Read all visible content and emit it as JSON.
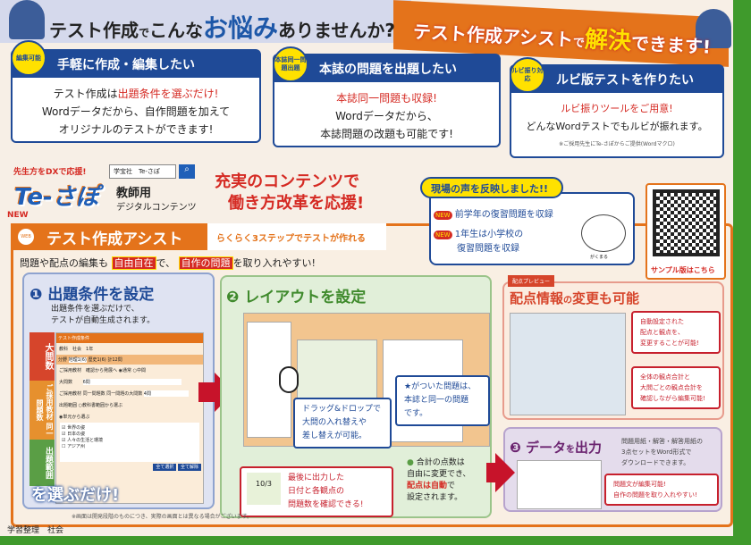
{
  "header": {
    "title_pre": "テスト作成",
    "title_de": "で",
    "title_mid": "こんな",
    "title_big": "お悩み",
    "title_post": "ありませんか?"
  },
  "solve": {
    "pre": "テスト作成アシスト",
    "de": "で",
    "big": "解決",
    "post": "できます!"
  },
  "cards": [
    {
      "badge": "編集可能",
      "title": "手軽に作成・編集したい",
      "lines": [
        {
          "plain": "テスト作成は",
          "red": "出題条件を選ぶだけ!"
        },
        {
          "plain": "Wordデータだから、自作問題を加えて"
        },
        {
          "plain": "オリジナルのテストができます!"
        }
      ]
    },
    {
      "badge": "本誌同一問題出題",
      "title": "本誌の問題を出題したい",
      "lines": [
        {
          "red": "本誌同一問題も収録!"
        },
        {
          "plain": "Wordデータだから、"
        },
        {
          "plain": "本誌問題の改題も可能です!"
        }
      ]
    },
    {
      "badge": "ルビ振り対応",
      "title": "ルビ版テストを作りたい",
      "lines": [
        {
          "red": "ルビ振りツールをご用意!"
        },
        {
          "plain": "どんなWordテストでもルビが振れます。"
        }
      ],
      "note": "※ご採用先生にTe-さぽからご提供(Wordマクロ)"
    }
  ],
  "brand": {
    "tagline": "先生方をDXで応援!",
    "search_text": "学宝社　Te-さぽ",
    "logo": "Te-さぽ",
    "sub1": "教師用",
    "sub2": "デジタルコンテンツ",
    "slogan1": "充実のコンテンツで",
    "slogan2": "働き方改革を応援!"
  },
  "voice": {
    "title": "現場の声を反映しました!!",
    "new": "NEW",
    "item1": "前学年の復習問題を収録",
    "item2a": "1年生は小学校の",
    "item2b": "復習問題を収録",
    "char": "がくまる"
  },
  "qr": {
    "label": "サンプル版はこちら"
  },
  "assist": {
    "new": "NEW",
    "web": "WEB",
    "title": "テスト作成アシスト",
    "steps": "らくらく3ステップでテストが作れる"
  },
  "intro": {
    "pre": "問題や配点の編集も",
    "hl1": "自由自在",
    "mid": "で、",
    "hl2": "自作の問題",
    "post": "を取り入れやすい!"
  },
  "step1": {
    "num": "1",
    "title": "出題条件を設定",
    "desc1": "出題条件を選ぶだけで、",
    "desc2": "テストが自動生成されます。",
    "tags": [
      "大問数",
      "ご採用教材 同一問題数",
      "出題範囲"
    ],
    "cta": "を選ぶだけ!",
    "form": {
      "header": "テスト作成条件",
      "subject_label": "教科",
      "subject": "社会　1年",
      "tabs": [
        "分野",
        "地理1(6)",
        "歴史1(6)",
        "計12問"
      ],
      "r1": "ご採用教材",
      "r1v": "確認から発展へ",
      "opt1": "通常",
      "opt2": "中間",
      "r2": "大問数",
      "r2v": "6問",
      "r3": "ご採用教材 同一問題数",
      "r3a": "同一問題の大問数",
      "r3v": "4問",
      "r4": "出題範囲",
      "r4a": "教科書範囲から選ぶ",
      "r4b": "単元から選ぶ",
      "checks": [
        "世界の姿",
        "日本の姿",
        "人々の生活と環境",
        "アジア州"
      ],
      "b1": "全て選択",
      "b2": "全て解除"
    }
  },
  "step2": {
    "num": "2",
    "title": "レイアウトを設定",
    "drag1": "ドラッグ&ドロップで",
    "drag2": "大問の入れ替えや",
    "drag3": "差し替えが可能。",
    "star1": "★がついた問題は、",
    "star2": "本誌と同一の問題",
    "star3": "です。",
    "last1": "最後に出力した",
    "last2": "日付と各観点の",
    "last3": "問題数を確認できる!",
    "date": "10/3",
    "total1": "合計の点数は",
    "total2": "自由に変更でき、",
    "total3": "配点は自動",
    "total4": "で",
    "total5": "設定されます。"
  },
  "preview": {
    "tag": "配点プレビュー",
    "title_a": "配点情報",
    "title_b": "の",
    "title_c": "変更も可能",
    "c1a": "自動設定された",
    "c1b": "配点と観点を、",
    "c1c": "変更することが可能!",
    "c2a": "全体の観点合計と",
    "c2b": "大問ごとの観点合計を",
    "c2c": "確認しながら編集可能!"
  },
  "step3": {
    "num": "3",
    "title_a": "データ",
    "title_b": "を",
    "title_c": "出力",
    "d1": "問題用紙・解答・解答用紙の",
    "d2": "3点セットをWord形式で",
    "d3": "ダウンロードできます。",
    "c1": "問題文が編集可能!",
    "c2": "自作の問題を取り入れやすい!"
  },
  "footer": {
    "note": "※画面は開発段階のものにつき、実際の画面とは異なる場合がございます。",
    "label": "学習整理　社会"
  }
}
